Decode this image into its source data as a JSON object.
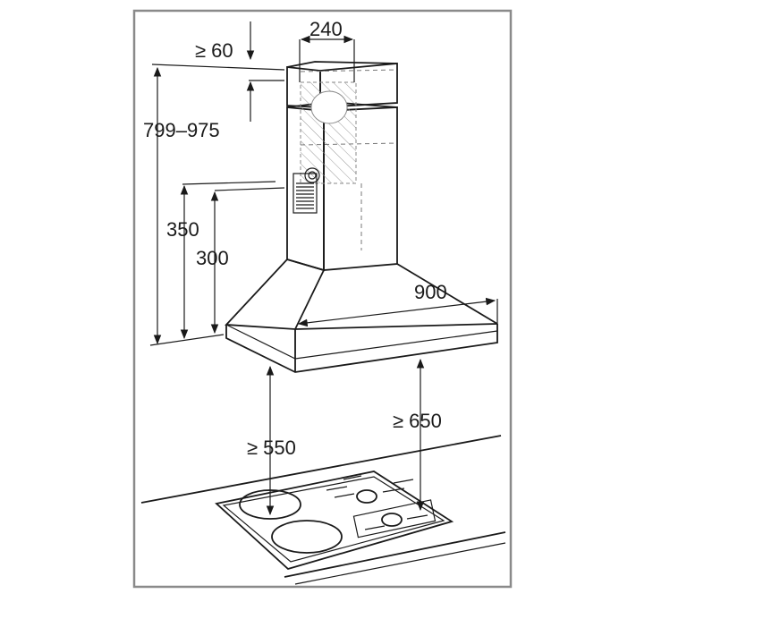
{
  "dimensions": {
    "chimney_width": "240",
    "ceiling_gap": "≥ 60",
    "chimney_height": "799–975",
    "outlet_height_350": "350",
    "outlet_height_300": "300",
    "hood_width": "900",
    "min_height_electric": "≥ 550",
    "min_height_gas": "≥ 650"
  },
  "colors": {
    "frame": "#8a8a8a",
    "line": "#1a1a1a",
    "background": "#ffffff"
  }
}
